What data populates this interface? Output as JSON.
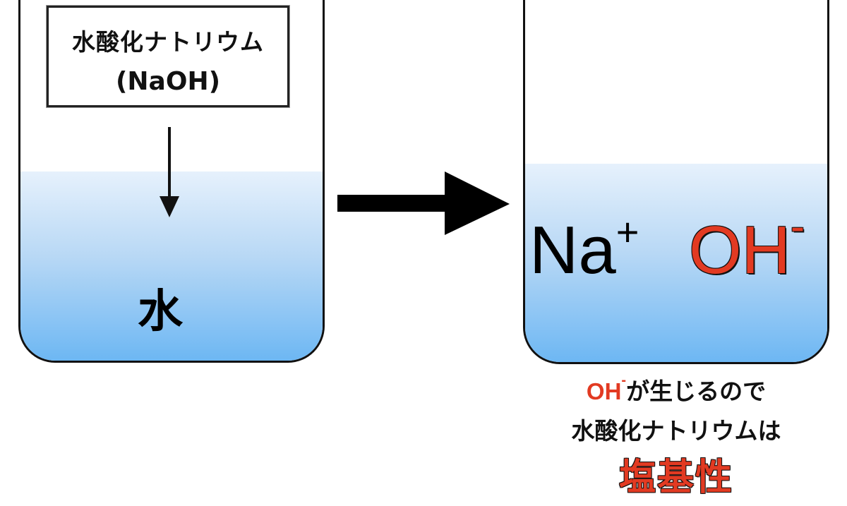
{
  "left_beaker": {
    "label_line1": "水酸化ナトリウム",
    "label_line2": "(NaOH)",
    "water_label": "水"
  },
  "right_beaker": {
    "ion_na": "Na",
    "ion_na_charge": "+",
    "ion_oh": "OH",
    "ion_oh_charge": "-"
  },
  "caption": {
    "line1_ion": "OH",
    "line1_charge": "-",
    "line1_rest": "が生じるので",
    "line2": "水酸化ナトリウムは",
    "line3": "塩基性"
  },
  "colors": {
    "accent_red": "#e23a22",
    "water_top": "#e6f1fc",
    "water_bottom": "#6db7f3"
  },
  "icons": [
    "down-arrow-icon",
    "right-arrow-icon"
  ]
}
